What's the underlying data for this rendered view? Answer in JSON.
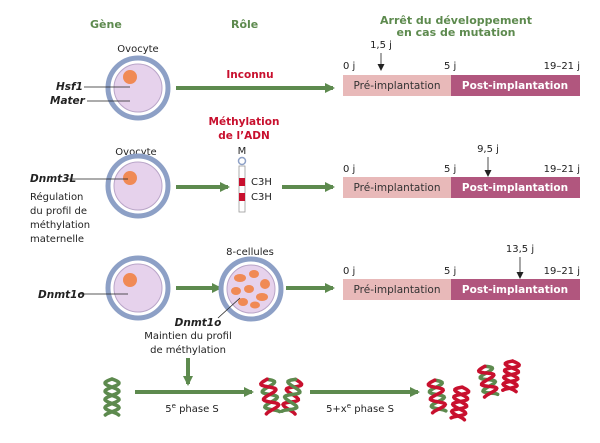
{
  "headers": {
    "gene": "Gène",
    "role": "Rôle",
    "arret_line1": "Arrêt du développement",
    "arret_line2": "en cas de mutation"
  },
  "row1": {
    "cell_label": "Ovocyte",
    "gene1": "Hsf1",
    "gene2": "Mater",
    "role": "Inconnu",
    "marker": "1,5 j",
    "tick_start": "0 j",
    "tick_mid": "5 j",
    "tick_end": "19–21 j",
    "pre": "Pré-implantation",
    "post": "Post-implantation"
  },
  "row2": {
    "cell_label": "Ovocyte",
    "gene": "Dnmt3L",
    "note1": "Régulation",
    "note2": "du profil de",
    "note3": "méthylation",
    "note4": "maternelle",
    "role1": "Méthylation",
    "role2": "de l’ADN",
    "m_label": "M",
    "c3h_1": "C3H",
    "c3h_2": "C3H",
    "marker": "9,5 j",
    "tick_start": "0 j",
    "tick_mid": "5 j",
    "tick_end": "19–21 j",
    "pre": "Pré-implantation",
    "post": "Post-implantation"
  },
  "row3": {
    "embryo_label": "8-cellules",
    "gene": "Dnmt1o",
    "gene_small": "Dnmt1o",
    "note1": "Maintien du profil",
    "note2": "de méthylation",
    "marker": "13,5 j",
    "tick_start": "0 j",
    "tick_mid": "5 j",
    "tick_end": "19–21 j",
    "pre": "Pré-implantation",
    "post": "Post-implantation"
  },
  "bottom": {
    "phase1_prefix": "5",
    "phase1_sup": "e",
    "phase1_suffix": " phase S",
    "phase2_prefix": "5+x",
    "phase2_sup": "e",
    "phase2_suffix": " phase S"
  },
  "colors": {
    "green": "#5d8a4e",
    "pre_bar": "#e8b9b9",
    "post_bar": "#b1567e",
    "nucleus": "#f08a55",
    "cell_fill": "#e6d2ec",
    "zona": "#8da0c6",
    "dna_green": "#5d8a4e",
    "dna_red": "#c8102e"
  }
}
